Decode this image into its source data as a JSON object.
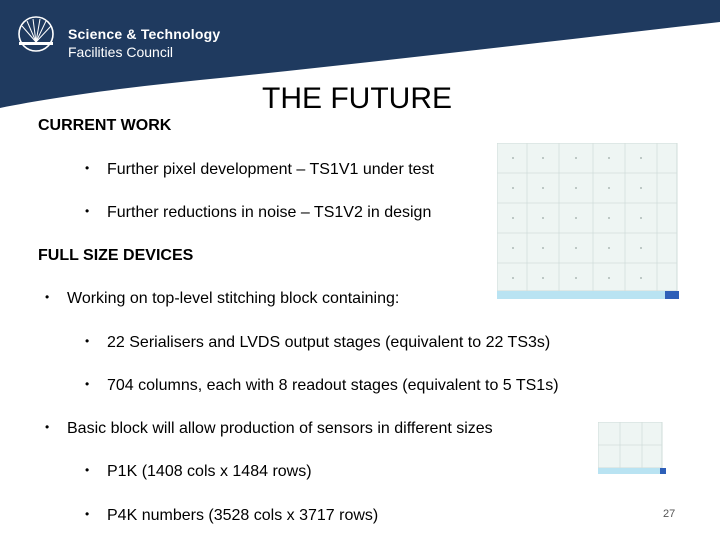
{
  "header": {
    "logo_line1": "Science & Technology",
    "logo_line2": "Facilities Council",
    "banner_color": "#1f3a5f"
  },
  "slide": {
    "title": "THE FUTURE",
    "sections": [
      {
        "heading": "CURRENT WORK",
        "items": [
          {
            "level": 2,
            "text": "Further pixel development – TS1V1 under test"
          },
          {
            "level": 2,
            "text": "Further reductions in noise – TS1V2 in design"
          }
        ]
      },
      {
        "heading": "FULL SIZE DEVICES",
        "items": [
          {
            "level": 1,
            "text": "Working on top-level stitching block containing:"
          },
          {
            "level": 2,
            "text": "22 Serialisers and LVDS output stages (equivalent to 22 TS3s)"
          },
          {
            "level": 2,
            "text": "704 columns, each with 8 readout stages (equivalent to 5 TS1s)"
          },
          {
            "level": 1,
            "text": "Basic block will allow production of sensors in different sizes"
          },
          {
            "level": 2,
            "text": "P1K (1408 cols x 1484 rows)"
          },
          {
            "level": 2,
            "text": "P4K numbers (3528 cols x 3717 rows)"
          }
        ]
      }
    ],
    "bullet_glyph": "•",
    "page_number": "27"
  }
}
